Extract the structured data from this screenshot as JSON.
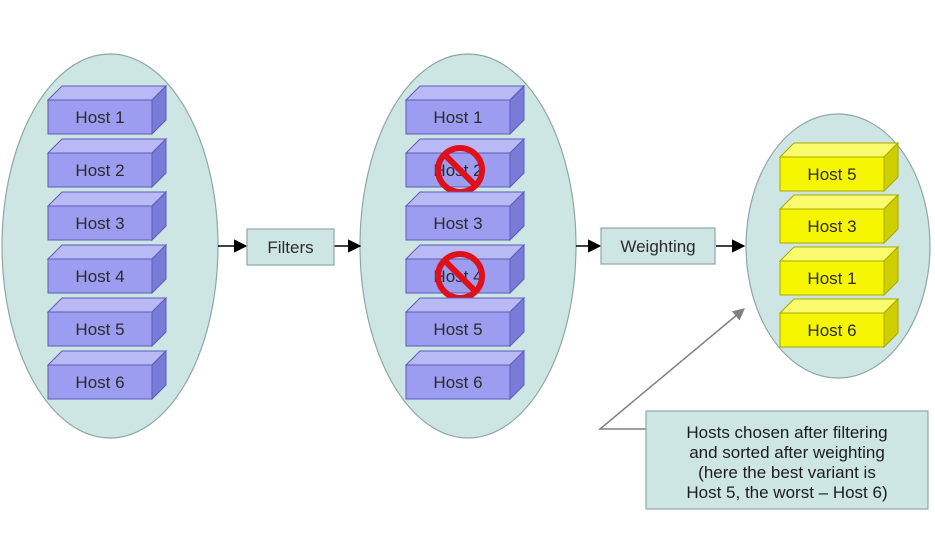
{
  "groups": {
    "all_hosts": [
      "Host 1",
      "Host 2",
      "Host 3",
      "Host 4",
      "Host 5",
      "Host 6"
    ],
    "filtered_hosts": [
      {
        "label": "Host 1",
        "rejected": false
      },
      {
        "label": "Host 2",
        "rejected": true
      },
      {
        "label": "Host 3",
        "rejected": false
      },
      {
        "label": "Host 4",
        "rejected": true
      },
      {
        "label": "Host 5",
        "rejected": false
      },
      {
        "label": "Host 6",
        "rejected": false
      }
    ],
    "weighted_hosts": [
      "Host 5",
      "Host 3",
      "Host 1",
      "Host 6"
    ]
  },
  "steps": {
    "filters": "Filters",
    "weighting": "Weighting"
  },
  "note": {
    "lines": [
      "Hosts chosen after filtering",
      "and sorted after weighting",
      "(here the best variant is",
      "Host 5, the worst – Host 6)"
    ]
  },
  "colors": {
    "ellipse_fill": "#cde6e4",
    "ellipse_stroke": "#8fa6a4",
    "host_front": "#9c9cf0",
    "host_top": "#b9b9f6",
    "host_side": "#7a7ad8",
    "host_stroke": "#5c5cb8",
    "chosen_front": "#f6f600",
    "chosen_top": "#fbfb6e",
    "chosen_side": "#cfcf00",
    "chosen_stroke": "#a8a800",
    "process_fill": "#cde6e4",
    "process_stroke": "#8fa6a4",
    "reject_red": "#e0101a",
    "arrow": "#000000",
    "callout_line": "#808080"
  },
  "icons": {
    "reject": "prohibited-icon"
  }
}
